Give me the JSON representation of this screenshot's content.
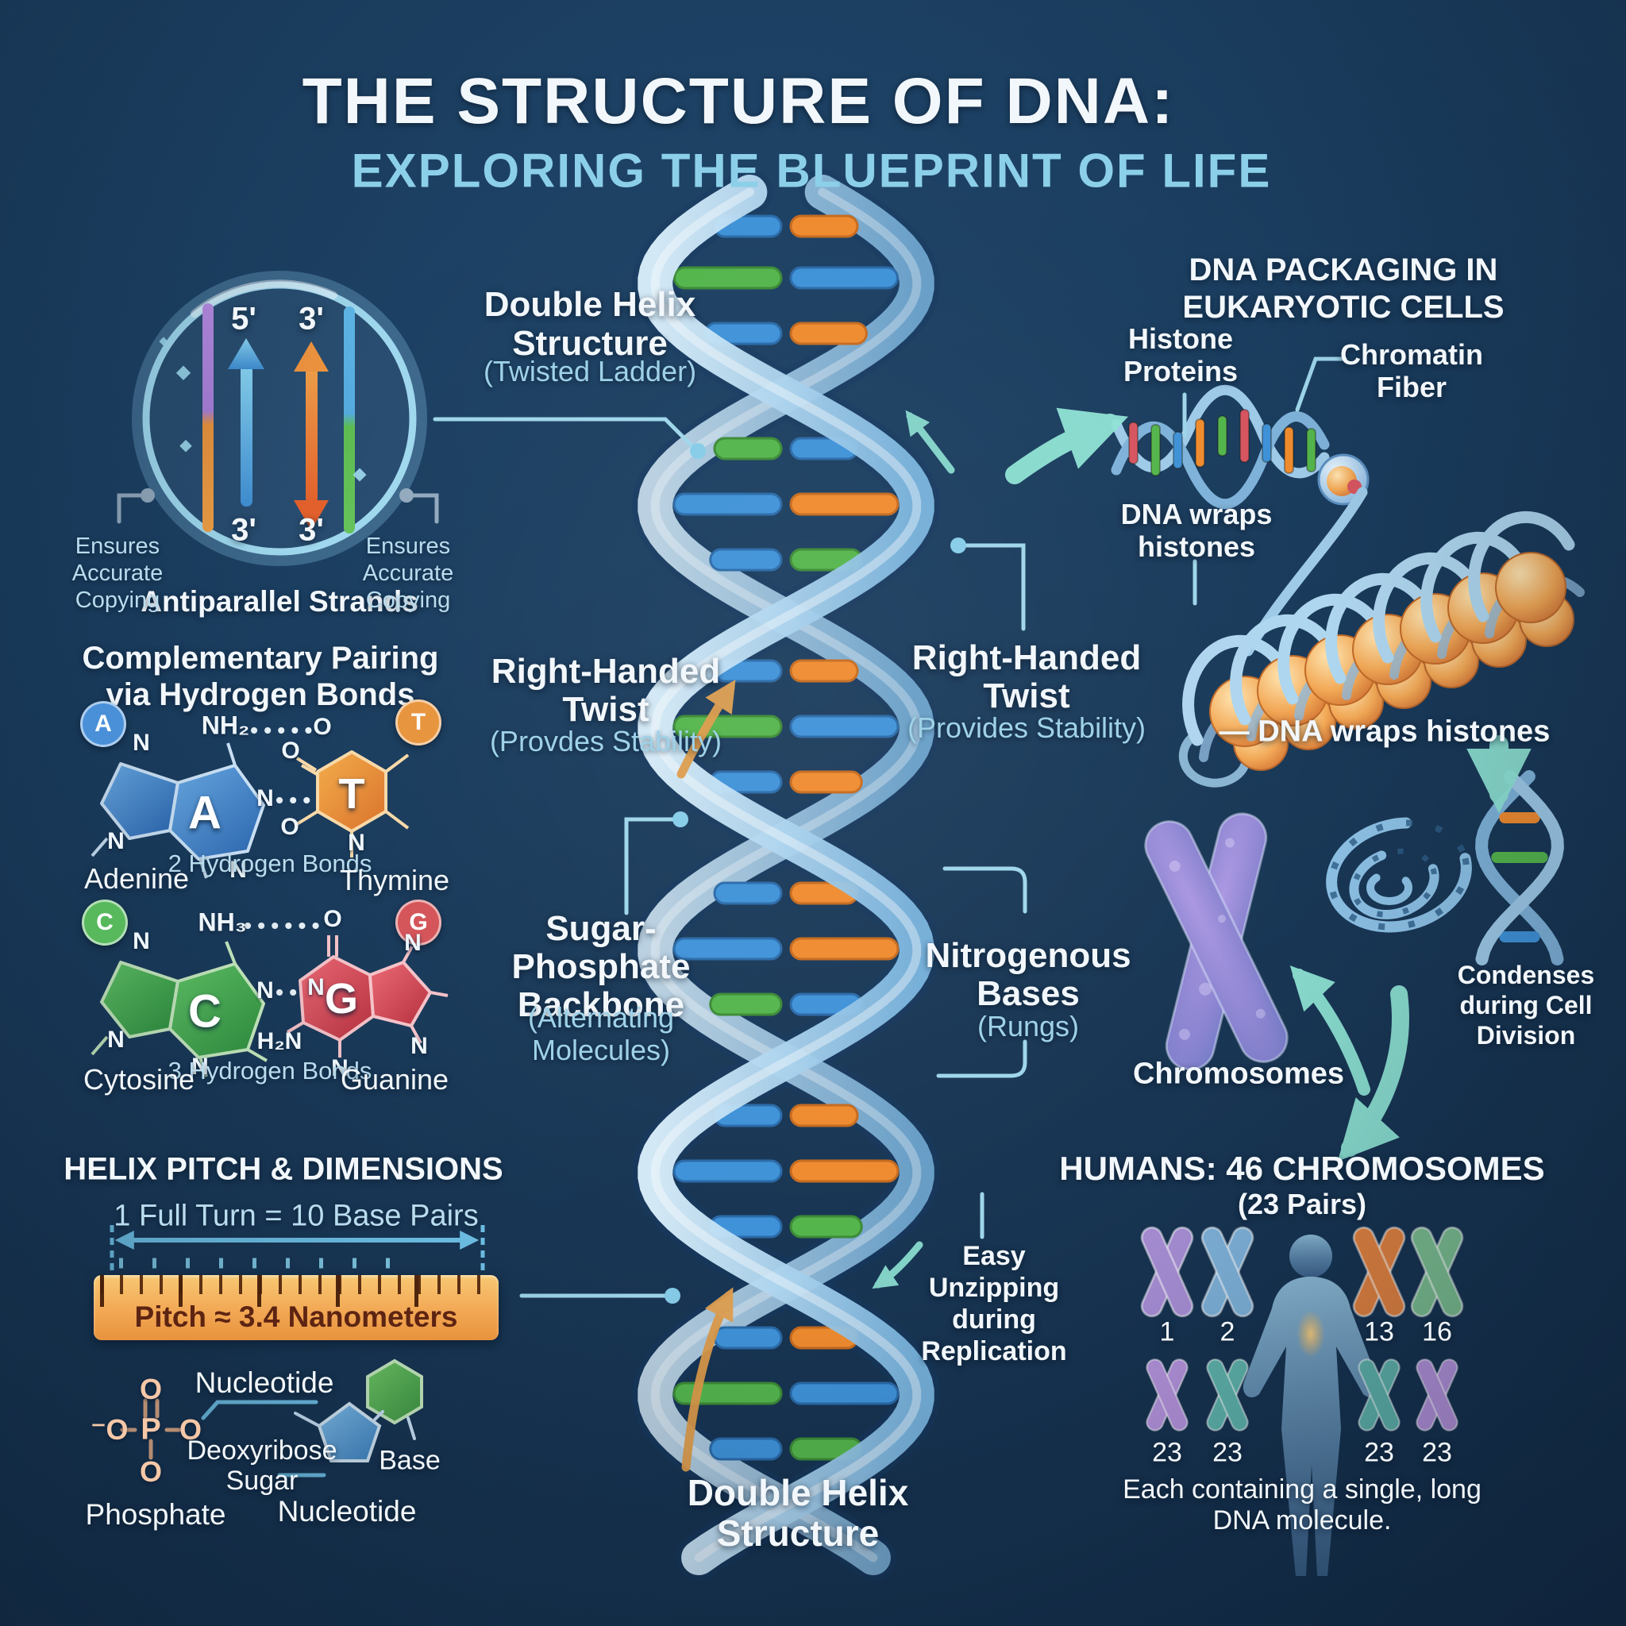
{
  "colors": {
    "background_top": "#1e4468",
    "background_deep": "#142e4a",
    "accent_teal": "#8fe3d4",
    "accent_blue": "#6fc2e8",
    "strand_blue": "#a8d2ec",
    "rung_blue": "#3f92d8",
    "rung_orange": "#ef8b2f",
    "rung_green": "#54b54c",
    "ruler_orange": "#f2a855",
    "adenine_blue": "#3f86cc",
    "thymine_orange": "#e8953f",
    "cytosine_green": "#44a84c",
    "guanine_red": "#d4495a",
    "chromosome_purple": "#a98fd6",
    "subtitle_blue": "#8ccfe8"
  },
  "title": {
    "line1": "THE STRUCTURE OF DNA:",
    "line2": "EXPLORING THE BLUEPRINT OF LIFE"
  },
  "antiparallel": {
    "heading": "Antiparallel Strands",
    "caption_left": "Ensures Accurate Copying",
    "caption_right": "Ensures Accurate Copying",
    "prime_top_left": "5'",
    "prime_top_right": "3'",
    "prime_bottom_left": "3'",
    "prime_bottom_right": "3'"
  },
  "helix": {
    "top_title": "Double Helix Structure",
    "top_sub": "(Twisted Ladder)",
    "bottom_title": "Double Helix Structure",
    "easy": "Easy Unzipping during Replication"
  },
  "twist_left": {
    "title": "Right-Handed Twist",
    "sub": "(Provdes Stability)"
  },
  "twist_right": {
    "title": "Right-Handed Twist",
    "sub": "(Provides Stability)"
  },
  "backbone": {
    "title": "Sugar-Phosphate Backbone",
    "sub": "(Alternating Molecules)"
  },
  "bases": {
    "title": "Nitrogenous Bases",
    "sub": "(Rungs)"
  },
  "pairing": {
    "heading": "Complementary Pairing via Hydrogen Bonds",
    "at": {
      "badge_left": "A",
      "badge_right": "T",
      "letter_left": "A",
      "letter_right": "T",
      "n_top": "N",
      "n_left": "N",
      "n_bottom": "N",
      "n_link": "N",
      "nh2": "NH₂",
      "o_link": "O",
      "o_top": "O",
      "o_bottom": "O",
      "n_ring": "N",
      "bonds": "2 Hydrogen Bonds",
      "name_left": "Adenine",
      "name_right": "Thymine"
    },
    "cg": {
      "badge_left": "C",
      "badge_right": "G",
      "letter_left": "C",
      "letter_right": "G",
      "n_top": "N",
      "n_left": "N",
      "n_bottom": "N",
      "n_link": "N",
      "n_link2": "N",
      "nh3": "NH₃",
      "o_link": "O",
      "h2n": "H₂N",
      "n_g_top": "N",
      "n_g_bottom": "N",
      "n_g_mid": "N",
      "bonds": "3 Hydrogen Bonds",
      "name_left": "Cytosine",
      "name_right": "Guanine"
    }
  },
  "pitch": {
    "heading": "HELIX PITCH & DIMENSIONS",
    "turn": "1 Full Turn = 10 Base Pairs",
    "ruler": "Pitch ≈ 3.4 Nanometers"
  },
  "nucleotide": {
    "top": "Nucleotide",
    "o_top": "O",
    "o_left": "⁻O",
    "p": "P",
    "o_right": "O",
    "o_bottom": "O",
    "phosphate": "Phosphate",
    "sugar": "Deoxyribose Sugar",
    "base": "Base",
    "bottom": "Nucleotide"
  },
  "packaging": {
    "heading": "DNA PACKAGING IN EUKARYOTIC CELLS",
    "histone": "Histone Proteins",
    "chromatin": "Chromatin Fiber",
    "wraps": "DNA wraps histones",
    "wraps_mid": "— DNA wraps histones",
    "chromosomes": "Chromosomes",
    "condenses": "Condenses during Cell Division"
  },
  "karyotype": {
    "heading": "HUMANS: 46 CHROMOSOMES",
    "pairs": "(23 Pairs)",
    "nums_top": [
      "1",
      "2",
      "13",
      "16"
    ],
    "nums_bottom": [
      "23",
      "23",
      "23",
      "23"
    ],
    "footer": "Each containing a single, long DNA molecule."
  }
}
